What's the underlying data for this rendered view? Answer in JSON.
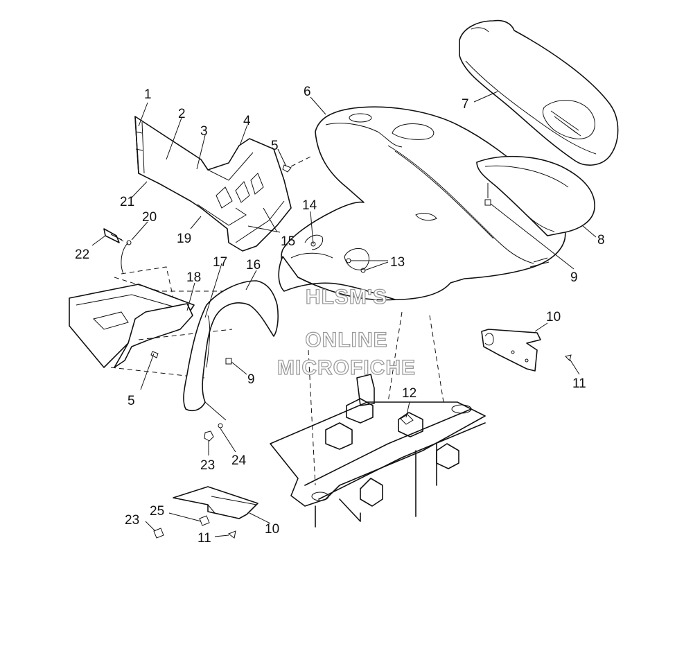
{
  "watermark": {
    "line1": "HLSM'S",
    "line2": "ONLINE",
    "line3": "MICROFICHE"
  },
  "callouts": [
    {
      "id": "c1",
      "text": "1"
    },
    {
      "id": "c2",
      "text": "2"
    },
    {
      "id": "c3",
      "text": "3"
    },
    {
      "id": "c4",
      "text": "4"
    },
    {
      "id": "c5a",
      "text": "5"
    },
    {
      "id": "c5b",
      "text": "5"
    },
    {
      "id": "c6",
      "text": "6"
    },
    {
      "id": "c7",
      "text": "7"
    },
    {
      "id": "c8",
      "text": "8"
    },
    {
      "id": "c9a",
      "text": "9"
    },
    {
      "id": "c9b",
      "text": "9"
    },
    {
      "id": "c10a",
      "text": "10"
    },
    {
      "id": "c10b",
      "text": "10"
    },
    {
      "id": "c11a",
      "text": "11"
    },
    {
      "id": "c11b",
      "text": "11"
    },
    {
      "id": "c12",
      "text": "12"
    },
    {
      "id": "c13",
      "text": "13"
    },
    {
      "id": "c14",
      "text": "14"
    },
    {
      "id": "c15",
      "text": "15"
    },
    {
      "id": "c16",
      "text": "16"
    },
    {
      "id": "c17",
      "text": "17"
    },
    {
      "id": "c18",
      "text": "18"
    },
    {
      "id": "c19",
      "text": "19"
    },
    {
      "id": "c20",
      "text": "20"
    },
    {
      "id": "c21",
      "text": "21"
    },
    {
      "id": "c22",
      "text": "22"
    },
    {
      "id": "c23a",
      "text": "23"
    },
    {
      "id": "c23b",
      "text": "23"
    },
    {
      "id": "c24",
      "text": "24"
    },
    {
      "id": "c25",
      "text": "25"
    }
  ]
}
